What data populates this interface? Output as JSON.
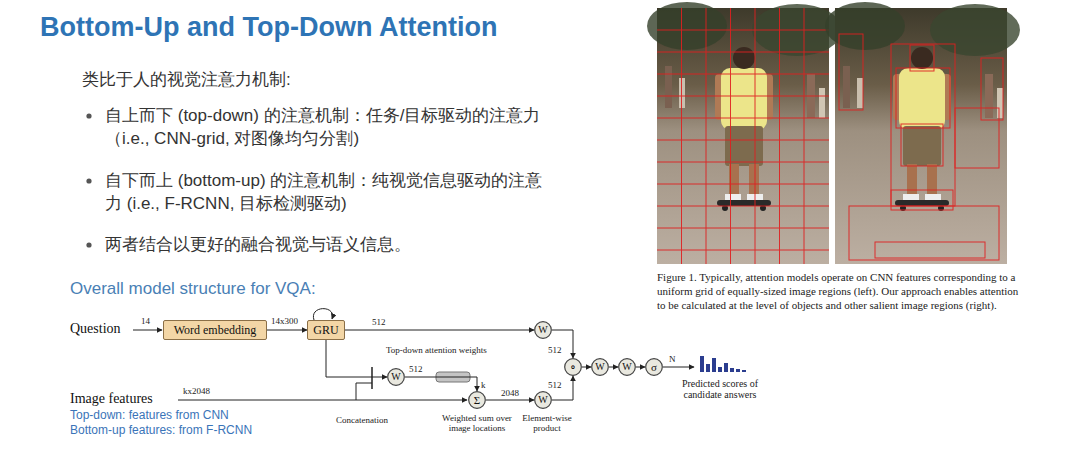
{
  "diagram": {
    "title": "Bottom-Up and Top-Down Attention",
    "caption": "Figure 1. Typically, attention models operate on CNN features corresponding to a uniform grid of equally-sized image regions (left). Our approach enables attention to be calculated at the level of objects and other salient image regions (right).",
    "nodes": [
      {
        "text": [
          "Word embedding"
        ]
      },
      {
        "text": [
          "GRU"
        ]
      },
      {
        "text": [
          "W"
        ]
      },
      {
        "text": [
          "W"
        ]
      },
      {
        "text": [
          "Σ"
        ]
      },
      {
        "text": [
          "W"
        ]
      },
      {
        "text": [
          "∘"
        ]
      },
      {
        "text": [
          "W"
        ]
      },
      {
        "text": [
          "W"
        ]
      },
      {
        "text": [
          "σ"
        ]
      }
    ],
    "edges": [
      {
        "from": 0,
        "to": 1,
        "arrow": "to",
        "label": "14x300"
      },
      {
        "from": 1,
        "to": 2,
        "arrow": "to",
        "label": "512"
      },
      {
        "from": 1,
        "to": 3,
        "arrow": "to"
      },
      {
        "from": 3,
        "to": 4,
        "arrow": "to"
      },
      {
        "from": 4,
        "to": 5,
        "arrow": "to",
        "label": "2048"
      },
      {
        "from": 2,
        "to": 6,
        "arrow": "to",
        "label": "512"
      },
      {
        "from": 5,
        "to": 6,
        "arrow": "to",
        "label": "512"
      },
      {
        "from": 6,
        "to": 7,
        "arrow": "to"
      },
      {
        "from": 7,
        "to": 8,
        "arrow": "to"
      },
      {
        "from": 8,
        "to": 9,
        "arrow": "to"
      }
    ],
    "labels": [
      "类比于人的视觉注意力机制:",
      "自上而下 (top-down) 的注意机制：任务/目标驱动的注意力（i.e., CNN-grid, 对图像均匀分割)",
      "自下而上 (bottom-up) 的注意机制：纯视觉信息驱动的注意力 (i.e., F-RCNN, 目标检测驱动)",
      "两者结合以更好的融合视觉与语义信息。",
      "Overall model structure for VQA:",
      "Question",
      "14",
      "Image features",
      "kx2048",
      "Top-down: features from CNN",
      "Bottom-up features: from F-RCNN",
      "Top-down attention weights",
      "512",
      "k",
      "Concatenation",
      "Weighted sum over image locations",
      "Element-wise product",
      "N",
      "Predicted scores of candidate answers"
    ]
  }
}
